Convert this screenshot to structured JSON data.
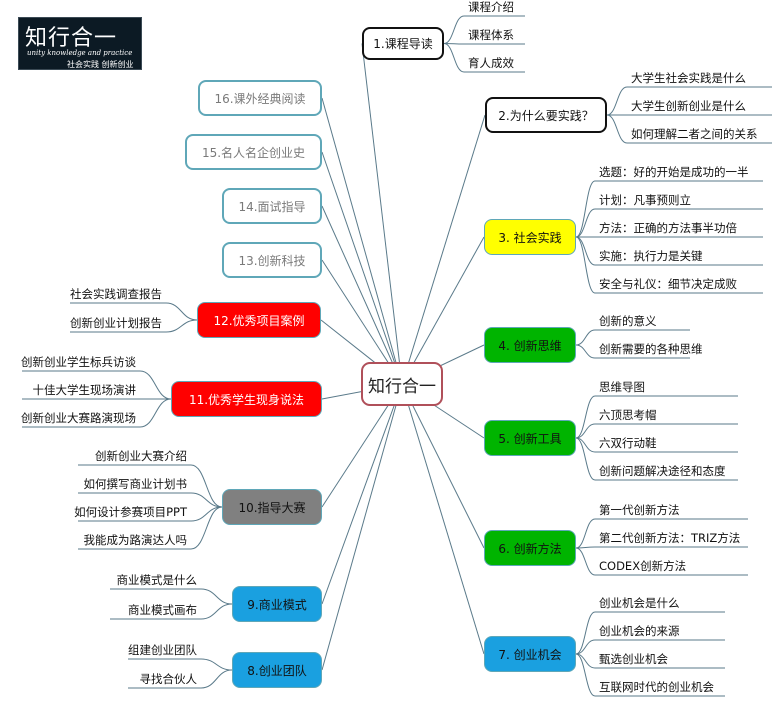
{
  "logo": {
    "title": "知行合一",
    "subtitle_en": "unity knowledge and practice",
    "subtitle_cn": "社会实践 创新创业"
  },
  "center": {
    "label": "知行合一"
  },
  "right_branches": [
    {
      "id": "b1",
      "label": "1.课程导读",
      "style": "black",
      "fill": "#ffffff",
      "leaves": [
        "课程介绍",
        "课程体系",
        "育人成效"
      ]
    },
    {
      "id": "b2",
      "label": "2.为什么要实践？",
      "style": "black",
      "fill": "#ffffff",
      "leaves": [
        "大学生社会实践是什么",
        "大学生创新创业是什么",
        "如何理解二者之间的关系"
      ]
    },
    {
      "id": "b3",
      "label": "3. 社会实践",
      "style": "fill",
      "fill": "#ffff00",
      "leaves": [
        "选题：好的开始是成功的一半",
        "计划：凡事预则立",
        "方法：正确的方法事半功倍",
        "实施：执行力是关键",
        "安全与礼仪：细节决定成败"
      ]
    },
    {
      "id": "b4",
      "label": "4. 创新思维",
      "style": "fill",
      "fill": "#00b400",
      "leaves": [
        "创新的意义",
        "创新需要的各种思维"
      ]
    },
    {
      "id": "b5",
      "label": "5. 创新工具",
      "style": "fill",
      "fill": "#00b400",
      "leaves": [
        "思维导图",
        "六顶思考帽",
        "六双行动鞋",
        "创新问题解决途径和态度"
      ]
    },
    {
      "id": "b6",
      "label": "6. 创新方法",
      "style": "fill",
      "fill": "#00b400",
      "leaves": [
        "第一代创新方法",
        "第二代创新方法：TRIZ方法",
        "CODEX创新方法"
      ]
    },
    {
      "id": "b7",
      "label": "7. 创业机会",
      "style": "fill",
      "fill": "#1aa0e0",
      "leaves": [
        "创业机会是什么",
        "创业机会的来源",
        "甄选创业机会",
        "互联网时代的创业机会"
      ]
    }
  ],
  "left_branches": [
    {
      "id": "b16",
      "label": "16.课外经典阅读",
      "style": "teal",
      "fill": "#ffffff",
      "leaves": []
    },
    {
      "id": "b15",
      "label": "15.名人名企创业史",
      "style": "teal",
      "fill": "#ffffff",
      "leaves": []
    },
    {
      "id": "b14",
      "label": "14.面试指导",
      "style": "teal",
      "fill": "#ffffff",
      "leaves": []
    },
    {
      "id": "b13",
      "label": "13.创新科技",
      "style": "teal",
      "fill": "#ffffff",
      "leaves": []
    },
    {
      "id": "b12",
      "label": "12.优秀项目案例",
      "style": "fill",
      "fill": "#ff0000",
      "leaves": [
        "社会实践调查报告",
        "创新创业计划报告"
      ]
    },
    {
      "id": "b11",
      "label": "11.优秀学生现身说法",
      "style": "fill",
      "fill": "#ff0000",
      "leaves": [
        "创新创业学生标兵访谈",
        "十佳大学生现场演讲",
        "创新创业大赛路演现场"
      ]
    },
    {
      "id": "b10",
      "label": "10.指导大赛",
      "style": "fill",
      "fill": "#808080",
      "leaves": [
        "创新创业大赛介绍",
        "如何撰写商业计划书",
        "如何设计参赛项目PPT",
        "我能成为路演达人吗"
      ]
    },
    {
      "id": "b9",
      "label": "9.商业模式",
      "style": "fill",
      "fill": "#1aa0e0",
      "leaves": [
        "商业模式是什么",
        "商业模式画布"
      ]
    },
    {
      "id": "b8",
      "label": "8.创业团队",
      "style": "fill",
      "fill": "#1aa0e0",
      "leaves": [
        "组建创业团队",
        "寻找合伙人"
      ]
    }
  ],
  "colors": {
    "connector": "#5a7a8a",
    "center_border": "#b0505a",
    "teal_border": "#5fa7b8"
  }
}
